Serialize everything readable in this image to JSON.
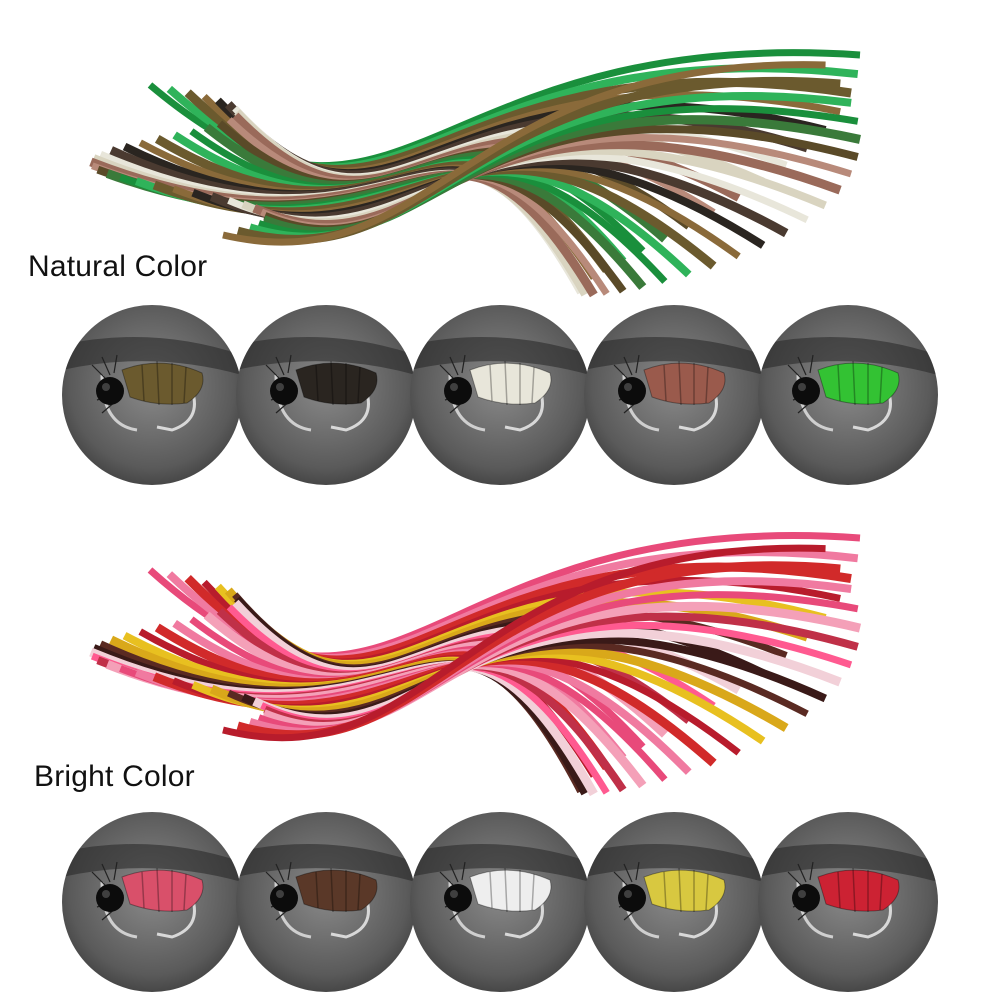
{
  "sections": [
    {
      "id": "natural",
      "label": "Natural Color",
      "colors": [
        "#6b5a2e",
        "#2a2520",
        "#e8e6da",
        "#9a5a4c",
        "#33c233"
      ],
      "strand_colors": [
        "#1a8f3c",
        "#2fb35a",
        "#6b5a2e",
        "#8a6a3a",
        "#2a2520",
        "#4a3a30",
        "#e8e6da",
        "#d9d4c0",
        "#9a6a5a",
        "#b88a7a",
        "#5a4a28",
        "#3a7a3a"
      ]
    },
    {
      "id": "bright",
      "label": "Bright Color",
      "colors": [
        "#d9506a",
        "#5a3828",
        "#eeeeee",
        "#d8c840",
        "#cc2233"
      ],
      "strand_colors": [
        "#e84a7a",
        "#f07aa0",
        "#d12a2a",
        "#b81c2c",
        "#e8c020",
        "#d9a81a",
        "#5a2a22",
        "#3a1a18",
        "#f2d0d8",
        "#ff5a90",
        "#c03048",
        "#f4a0b8"
      ]
    }
  ],
  "icons": {
    "fly": "fly-nymph-icon",
    "strands": "silicone-strand-bundle-icon"
  }
}
